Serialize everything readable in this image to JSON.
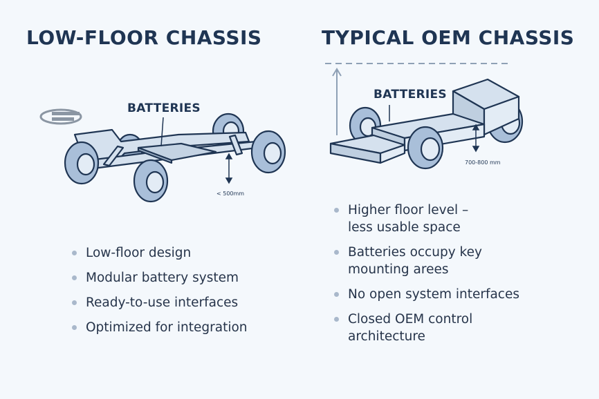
{
  "left": {
    "title": "LOW-FLOOR CHASSIS",
    "batteries_label": "BATTERIES",
    "height_label": "< 500mm",
    "bullets": [
      "Low-floor design",
      "Modular battery system",
      "Ready-to-use interfaces",
      "Optimized for integration"
    ]
  },
  "right": {
    "title": "TYPICAL OEM CHASSIS",
    "batteries_label": "BATTERIES",
    "height_label": "700-800 mm",
    "bullets": [
      "Higher floor level –\nless usable space",
      "Batteries occupy key\nmounting arees",
      "No open system interfaces",
      "Closed OEM control\narchitecture"
    ]
  },
  "colors": {
    "title": "#1f3553",
    "outline": "#1f3553",
    "wheel_fill": "#a9bfd9",
    "body_fill": "#d5e1ee",
    "bullet_dot": "#a9b8cb"
  }
}
